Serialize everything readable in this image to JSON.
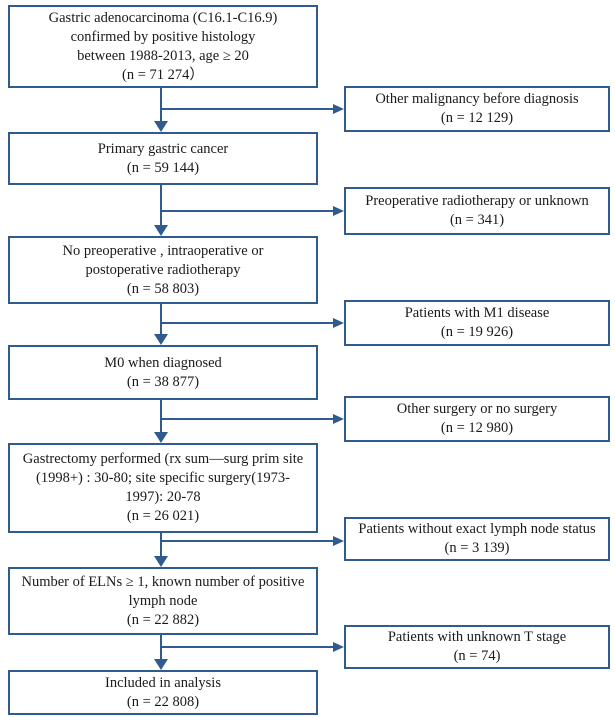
{
  "colors": {
    "box_border": "#2f5b8f",
    "arrow": "#2f5b8f",
    "text": "#1a1a1a",
    "background": "#ffffff"
  },
  "flow": {
    "main_boxes": [
      {
        "lines": [
          "Gastric adenocarcinoma (C16.1-C16.9)",
          "confirmed by positive histology",
          "between 1988-2013, age ≥ 20",
          "(n = 71 274）"
        ]
      },
      {
        "lines": [
          "Primary gastric cancer",
          "(n = 59 144)"
        ]
      },
      {
        "lines": [
          "No preoperative , intraoperative  or",
          "postoperative radiotherapy",
          "(n = 58 803)"
        ]
      },
      {
        "lines": [
          "M0 when diagnosed",
          "(n = 38 877)"
        ]
      },
      {
        "lines": [
          "Gastrectomy performed (rx sum—surg prim site",
          "(1998+) : 30-80; site specific surgery(1973-",
          "1997): 20-78",
          "(n = 26 021)"
        ]
      },
      {
        "lines": [
          "Number of ELNs ≥ 1, known number of positive",
          "lymph node",
          "(n = 22 882)"
        ]
      },
      {
        "lines": [
          "Included in analysis",
          "(n = 22 808)"
        ]
      }
    ],
    "exclusion_boxes": [
      {
        "lines": [
          "Other malignancy before diagnosis",
          "(n = 12 129)"
        ]
      },
      {
        "lines": [
          "Preoperative radiotherapy or unknown",
          "(n = 341)"
        ]
      },
      {
        "lines": [
          "Patients with M1 disease",
          "(n = 19 926)"
        ]
      },
      {
        "lines": [
          "Other surgery or no surgery",
          "(n = 12 980)"
        ]
      },
      {
        "lines": [
          "Patients without exact lymph node status",
          "(n = 3 139)"
        ]
      },
      {
        "lines": [
          "Patients with unknown T stage",
          "(n = 74)"
        ]
      }
    ]
  }
}
